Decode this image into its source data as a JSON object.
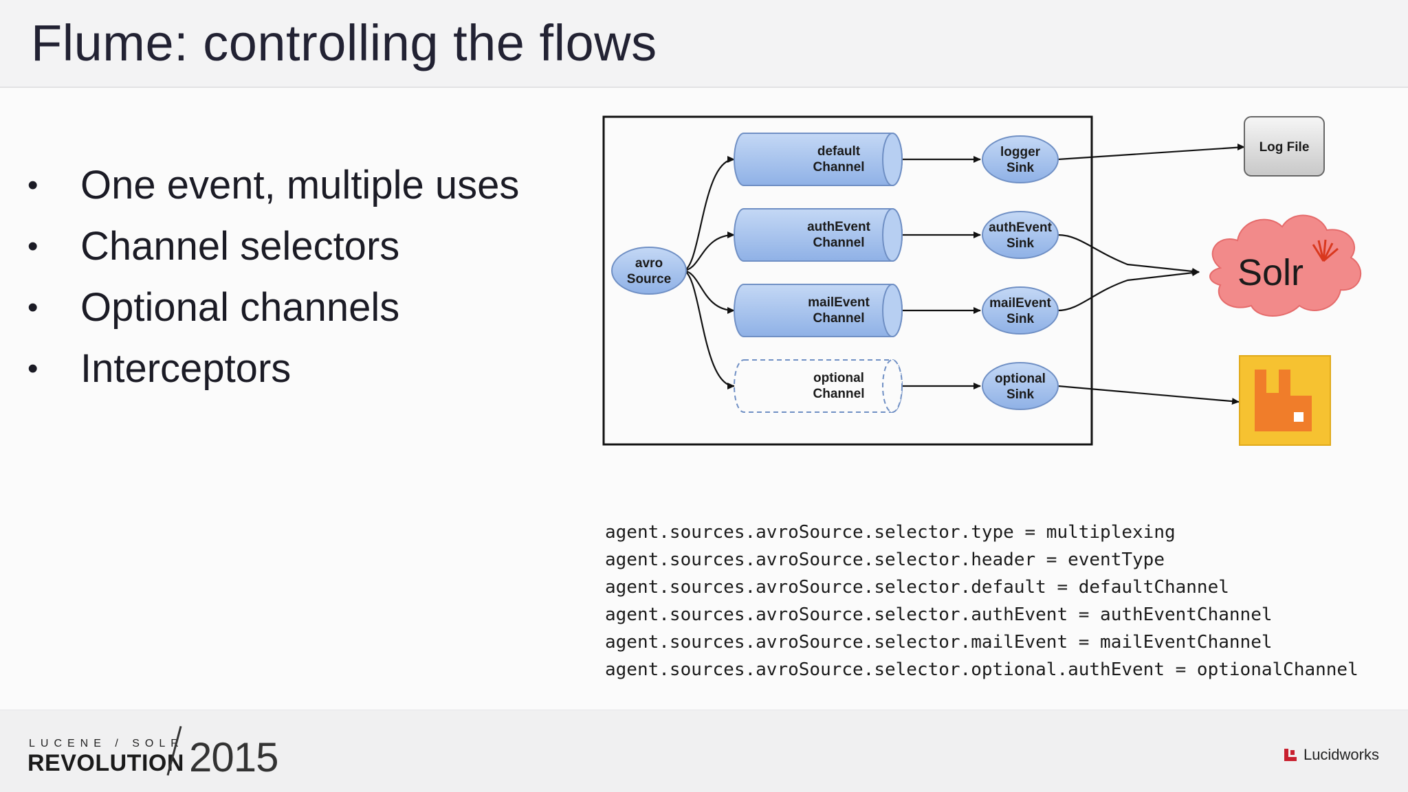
{
  "slide": {
    "title": "Flume: controlling the flows",
    "bullets": [
      "One event, multiple uses",
      "Channel selectors",
      "Optional channels",
      "Interceptors"
    ]
  },
  "diagram": {
    "source": [
      "avro",
      "Source"
    ],
    "channels": [
      [
        "default",
        "Channel"
      ],
      [
        "authEvent",
        "Channel"
      ],
      [
        "mailEvent",
        "Channel"
      ],
      [
        "optional",
        "Channel"
      ]
    ],
    "sinks": [
      [
        "logger",
        "Sink"
      ],
      [
        "authEvent",
        "Sink"
      ],
      [
        "mailEvent",
        "Sink"
      ],
      [
        "optional",
        "Sink"
      ]
    ],
    "destinations": {
      "log_file": "Log File",
      "solr": "Solr"
    },
    "colors": {
      "node_fill": "#a9c6ee",
      "node_stroke": "#6f8fc4",
      "solr_cloud": "#f28a8a",
      "solr_icon": "#d9381e",
      "rabbit_bg": "#f6c231",
      "rabbit_fg": "#f07d2a"
    }
  },
  "config_lines": [
    "agent.sources.avroSource.selector.type = multiplexing",
    "agent.sources.avroSource.selector.header = eventType",
    "agent.sources.avroSource.selector.default = defaultChannel",
    "agent.sources.avroSource.selector.authEvent = authEventChannel",
    "agent.sources.avroSource.selector.mailEvent = mailEventChannel",
    "agent.sources.avroSource.selector.optional.authEvent = optionalChannel"
  ],
  "footer": {
    "brand_top": "LUCENE / SOLR",
    "brand_main": "REVOLUTION",
    "year": "2015",
    "company": "Lucidworks"
  }
}
